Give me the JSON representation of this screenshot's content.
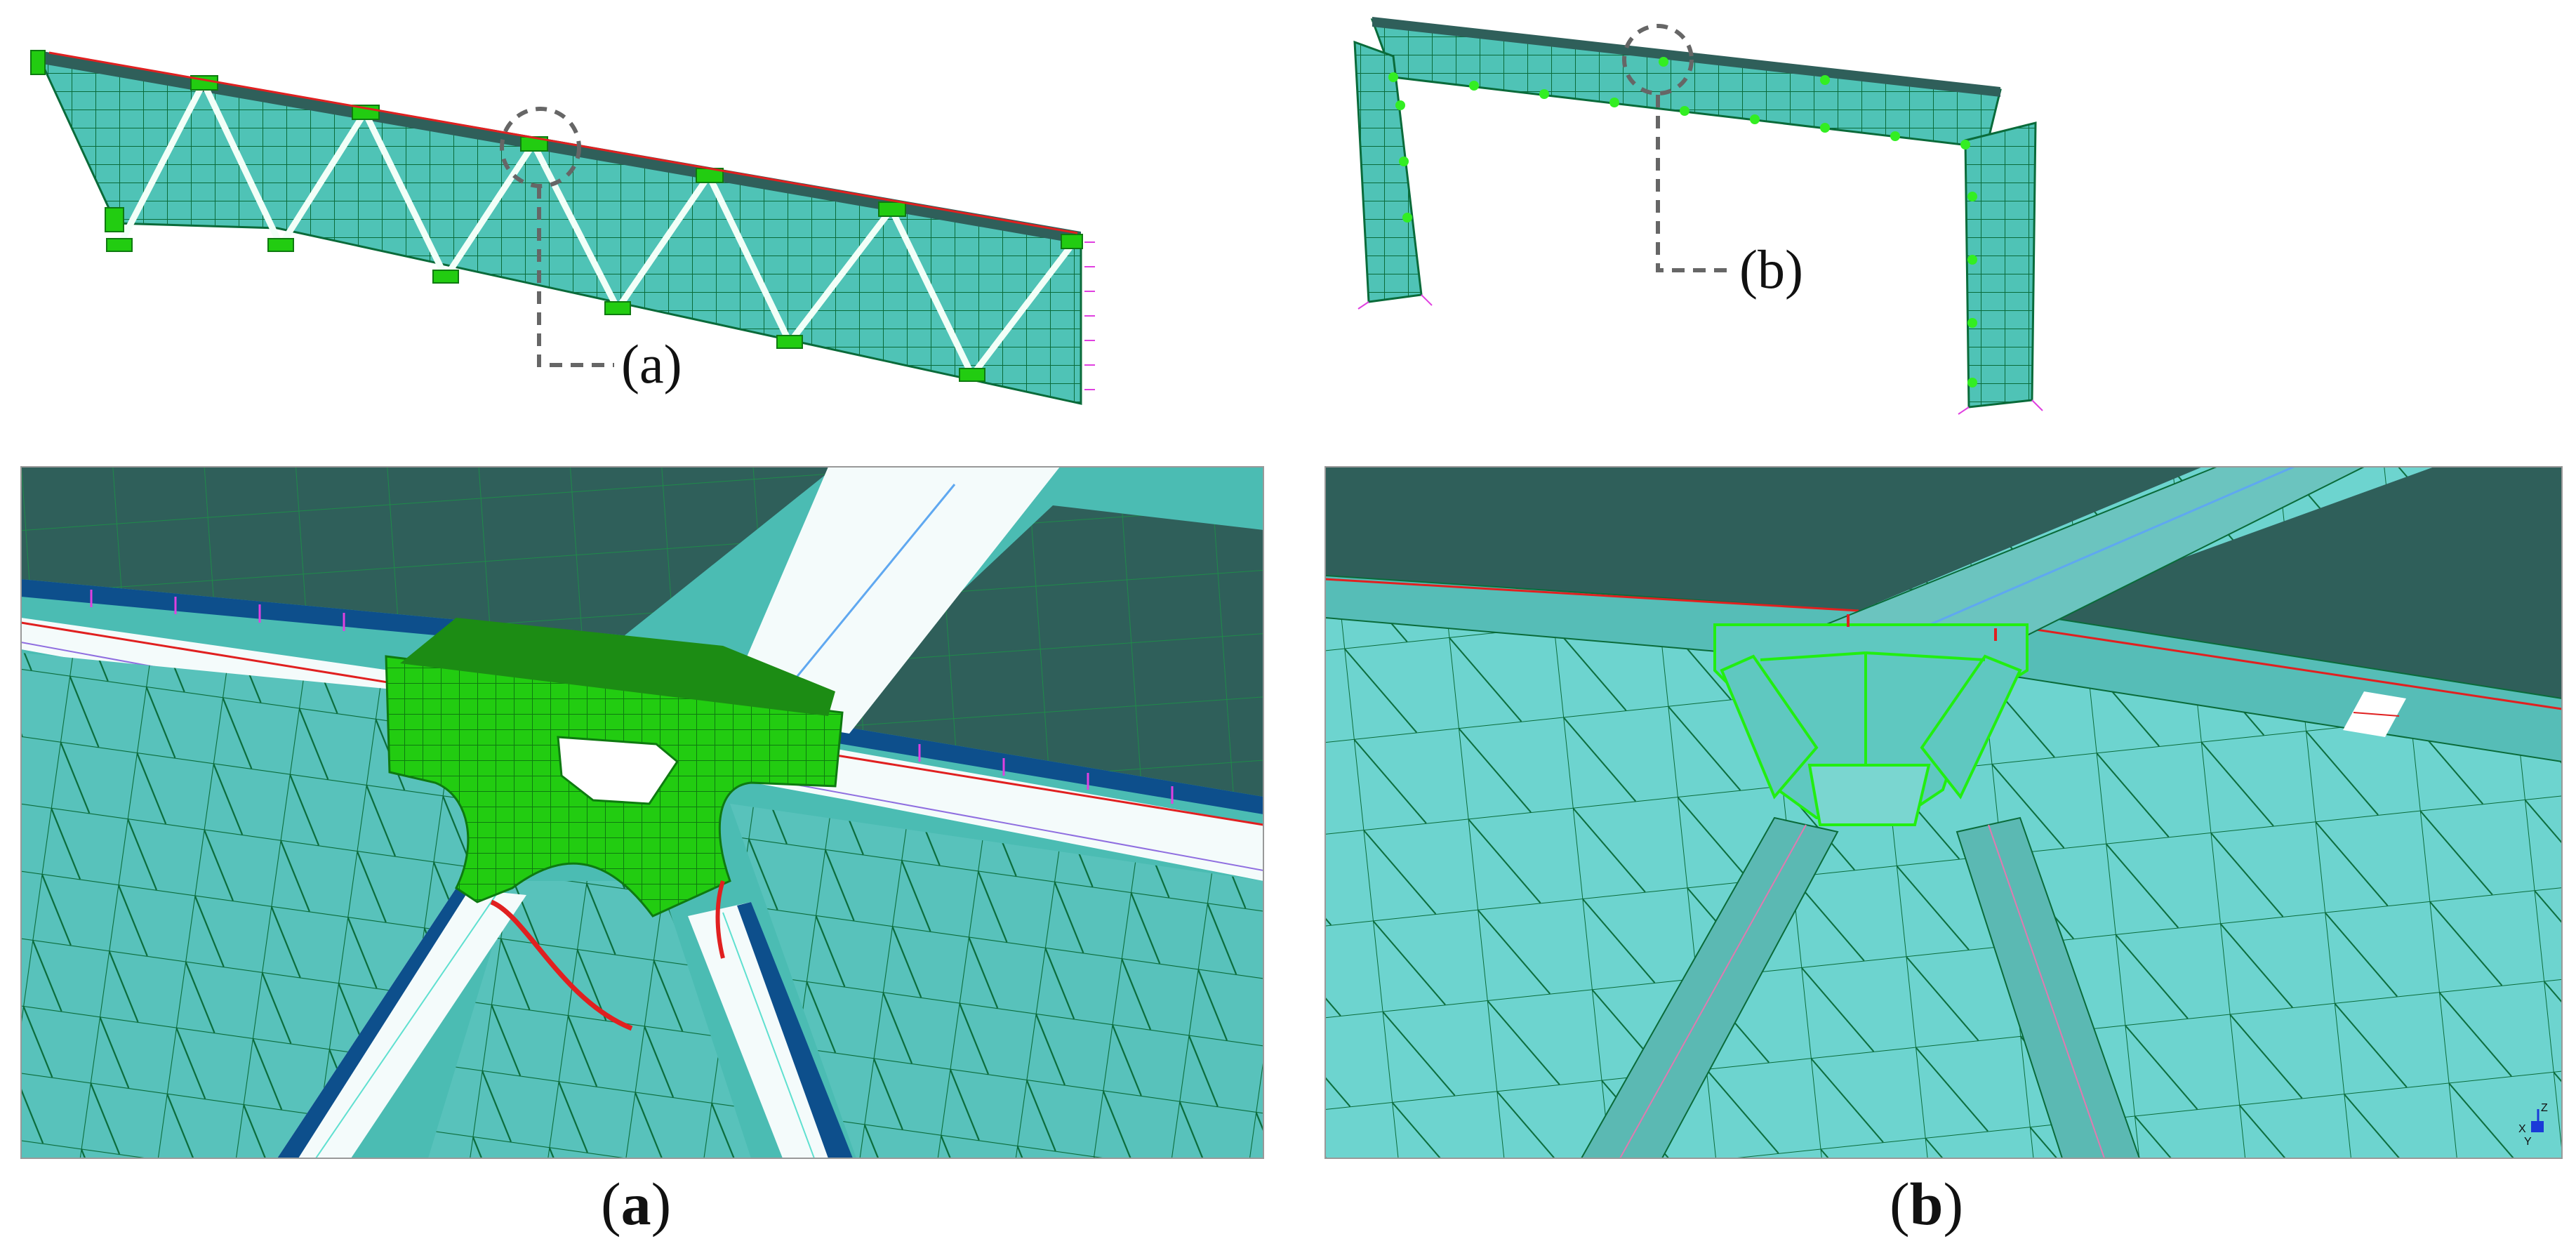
{
  "figure": {
    "callout_a": "(a)",
    "callout_b": "(b)",
    "panel_a_label": {
      "open": "(",
      "letter": "a",
      "close": ")"
    },
    "panel_b_label": {
      "open": "(",
      "letter": "b",
      "close": ")"
    },
    "axis_triad": {
      "z": "Z",
      "x": "X",
      "y": "Y"
    }
  },
  "colors": {
    "web_mesh": "#4fc3b6",
    "flange_dark": "#2f5f5a",
    "mesh_line": "#0a6b3a",
    "connector_green": "#22cc11",
    "edge_blue": "#0d4f8c",
    "load_red": "#e02020",
    "load_magenta": "#e040e0",
    "light_cyan": "#6dd4cf"
  }
}
